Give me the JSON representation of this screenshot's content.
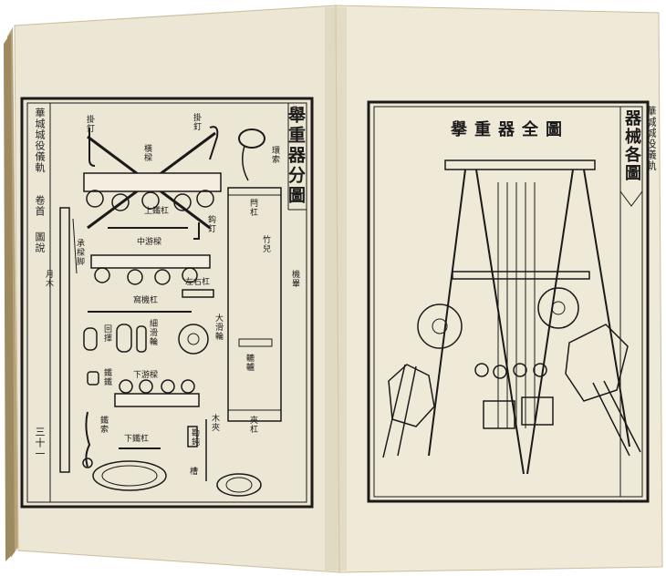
{
  "left_page": {
    "title": "舉重器分圖",
    "margin_book_title": "華城城役儀軌",
    "margin_volume": "卷首",
    "margin_section": "圖說",
    "folio": "三十一",
    "labels": {
      "hook_left": "掛釘",
      "hook_right": "掛釘",
      "ring_cord": "環索",
      "cross_beam": "橫樑",
      "iron_bar_top": "上鐵杠",
      "iron_nail": "鈎釘",
      "pulley_beam_mid": "中游樑",
      "support_beam_foot": "承樑脚",
      "left_right_bar": "左右杠",
      "frame_bar": "窩機杠",
      "moon_timber": "月木",
      "four_way": "回擇",
      "fine_pulley": "細滑輪",
      "large_wheel": "大滑輪",
      "pulley_beam_low": "下游樑",
      "iron_weight": "鐵鐵",
      "iron_rope": "鐵索",
      "lower_bar": "下鐵杠",
      "drum": "勘鈍",
      "wood_clamp": "木夾",
      "rope": "槽",
      "gate_top": "閂杠",
      "upright": "竹兒",
      "gate_bottom": "夾杠",
      "post": "機畢",
      "axle": "轆轤"
    }
  },
  "right_page": {
    "title": "擧重器全圖",
    "header_book_title": "華城城役儀軌",
    "header_section": "器械各圖"
  },
  "colors": {
    "page": "#ece6d4",
    "ink": "#1a1a1a",
    "edge": "#cbbd9a"
  }
}
